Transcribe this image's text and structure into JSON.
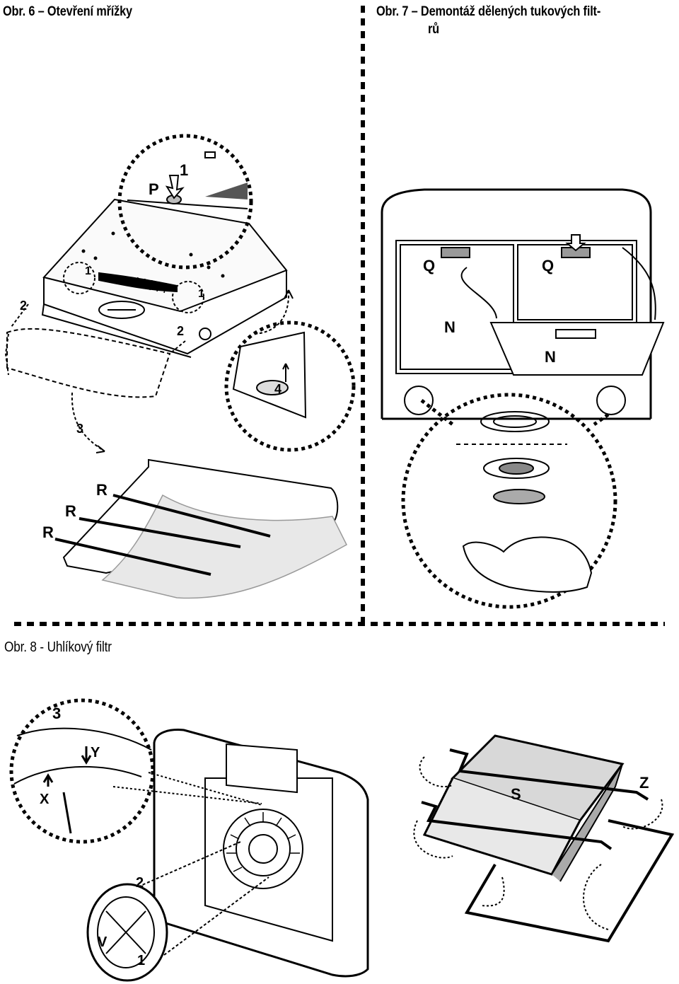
{
  "captions": {
    "fig6": "Obr. 6 – Otevření mřížky",
    "fig7_line1": "Obr. 7 – Demontáž dělených tukových filt-",
    "fig7_line2": "rů",
    "fig8": "Obr. 8 - Uhlíkový filtr"
  },
  "fig6_labels": {
    "p": "P",
    "one": "1",
    "two": "2",
    "three": "3",
    "four": "4",
    "r": "R"
  },
  "fig7_labels": {
    "q": "Q",
    "n": "N"
  },
  "fig8_labels": {
    "three": "3",
    "y": "Y",
    "x": "X",
    "two": "2",
    "v": "V",
    "one": "1",
    "s": "S",
    "z": "Z"
  }
}
